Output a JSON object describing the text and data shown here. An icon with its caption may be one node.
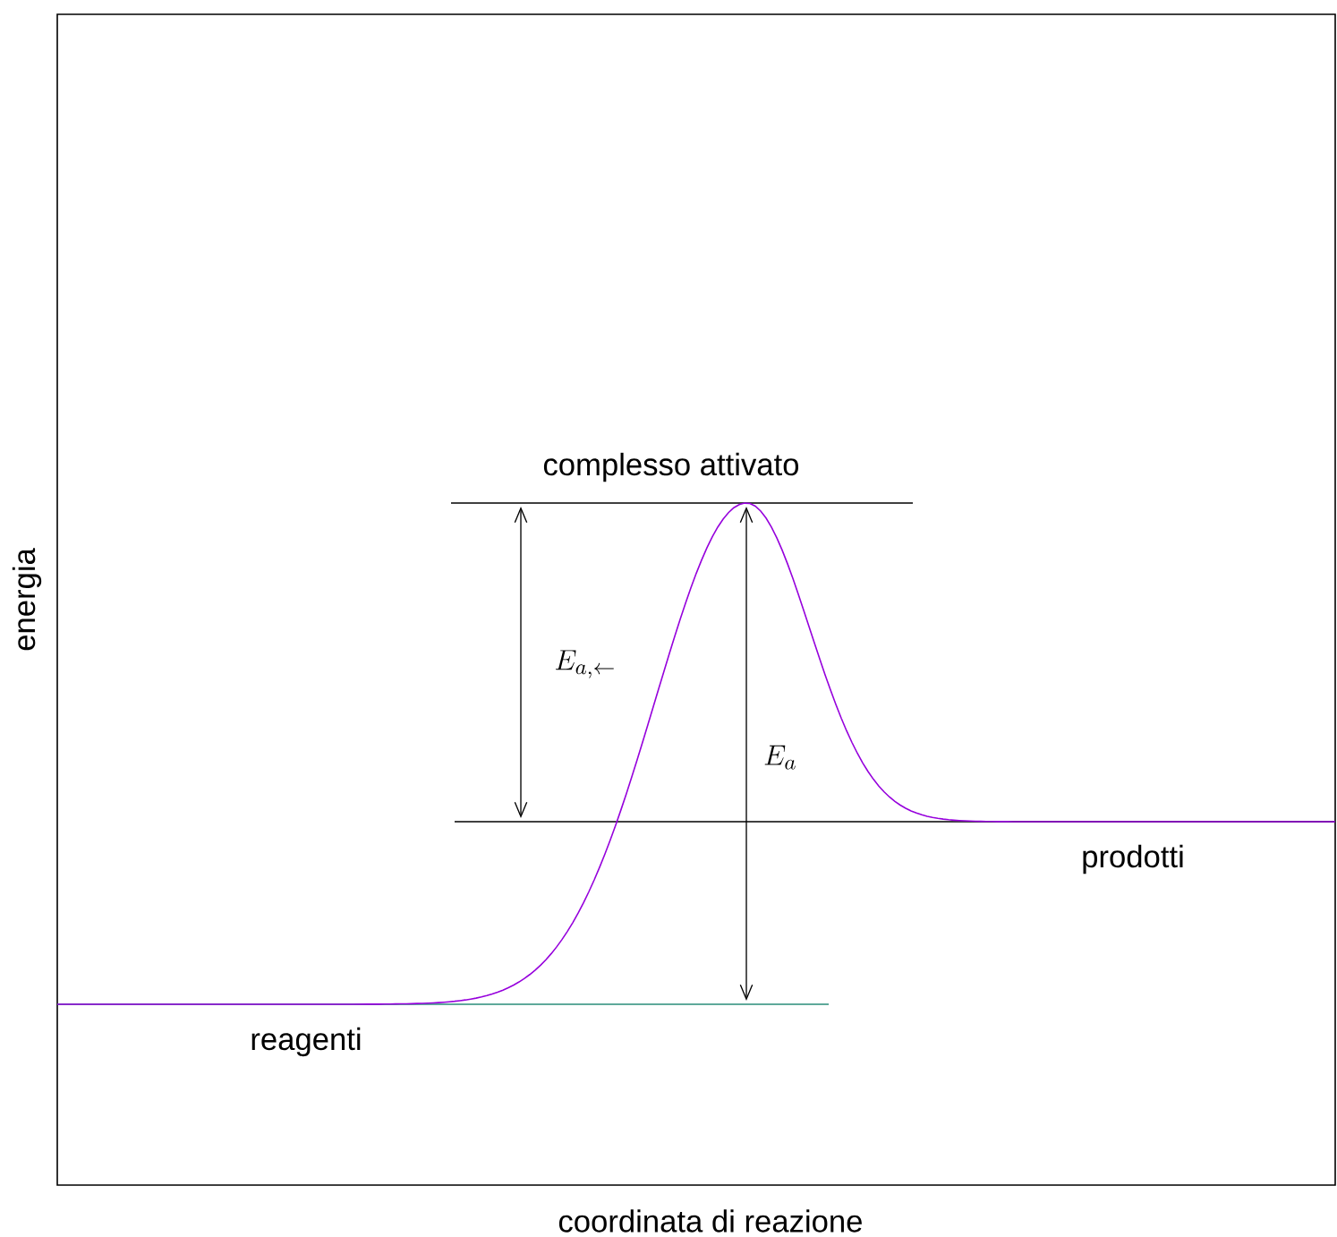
{
  "diagram": {
    "labels": [
      "complesso attivato",
      "E_{a,\\leftarrow}",
      "E_a",
      "prodotti",
      "reagenti",
      "energia",
      "coordinata di reazione"
    ]
  }
}
